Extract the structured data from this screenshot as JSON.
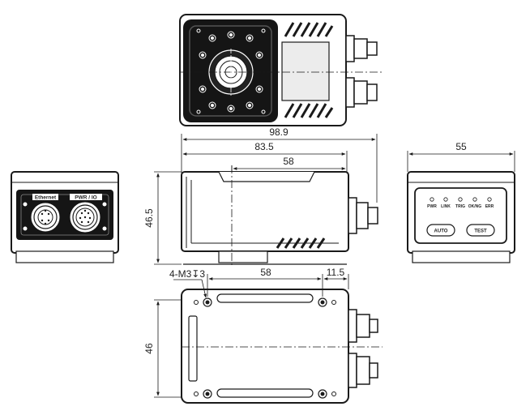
{
  "colors": {
    "line": "#1a1a1a",
    "dark": "#151515",
    "window": "#ececec",
    "ring": "#2a2a2a"
  },
  "icons": [
    "led-icon",
    "lens-icon",
    "connector-icon",
    "mount-hole-icon"
  ],
  "dimensions": {
    "overall_length": "98.9",
    "body_length": "83.5",
    "top_width_58": "58",
    "height": "46.5",
    "side_width": "55",
    "thread_callout": "4-M3↧3",
    "hole_spacing": "58",
    "hole_offset": "11.5",
    "base_width": "46"
  },
  "left_view": {
    "ethernet_label": "Ethernet",
    "pwr_label": "PWR / IO"
  },
  "right_view": {
    "leds": [
      "PWR",
      "LINK",
      "TRIG",
      "OK/NG",
      "ERR"
    ],
    "auto_button": "AUTO",
    "test_button": "TEST"
  }
}
